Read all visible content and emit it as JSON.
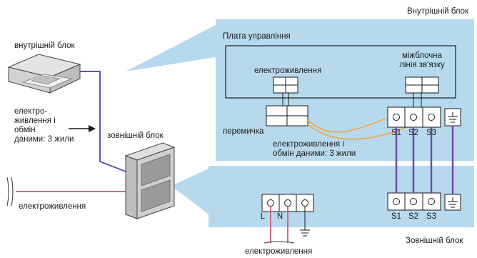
{
  "labels": {
    "indoor_unit": "внутрішній блок",
    "outdoor_unit": "зовнішній блок",
    "indoor_panel_title": "Внутрішній блок",
    "outdoor_panel_title": "Зовнішній блок",
    "control_board": "Плата управління",
    "power_supply_indoor": "електроживлення",
    "interunit_line": "міжблочна\nлінія зв'язку",
    "jumper": "перемичка",
    "cable_left": "електро-\nживлення і\nобмін\nданими: 3 жили",
    "cable_right": "електроживлення і\nобмін даними: 3 жили",
    "power_supply_left": "електроживлення",
    "power_supply_bottom": "електроживлення"
  },
  "terminals": {
    "indoor": [
      "S1",
      "S2",
      "S3"
    ],
    "outdoor_comm": [
      "S1",
      "S2",
      "S3"
    ],
    "outdoor_power": [
      "L",
      "N"
    ]
  },
  "colors": {
    "panel_blue": "#b7d9ee",
    "signal_wire": "#6a4bb0",
    "power_wire": "#c96b82",
    "jumper_wire": "#f0a640",
    "unit_gray": "#c9c9c9"
  }
}
